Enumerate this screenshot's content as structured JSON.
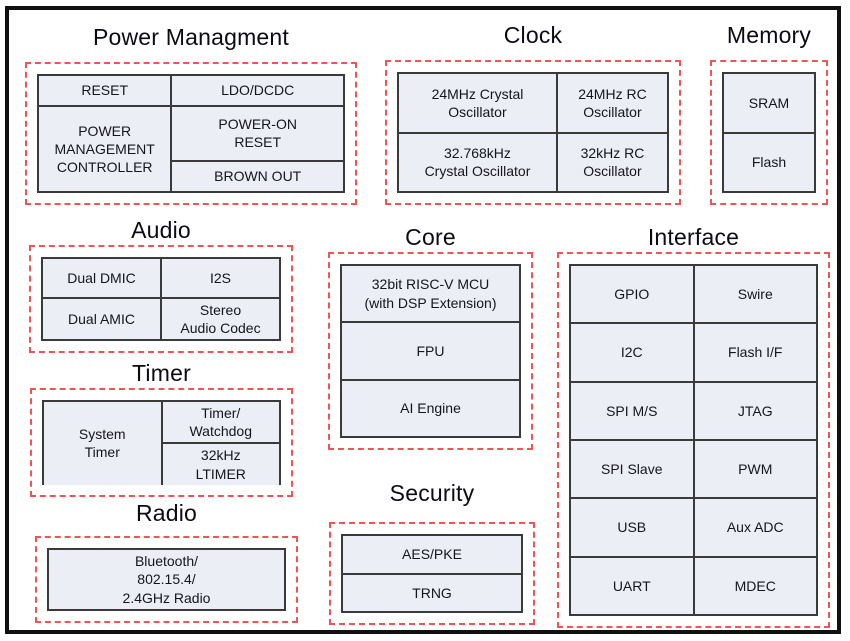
{
  "colors": {
    "dashed_outline": "#f15454",
    "cell_fill": "#ebeef4",
    "cell_border": "#3a3a3a",
    "outer_frame": "#111111",
    "text": "#15151c"
  },
  "sections": {
    "power": {
      "title": "Power Managment",
      "blocks": {
        "reset": "RESET",
        "ldo_dcdc": "LDO/DCDC",
        "power_on_reset": "POWER-ON\nRESET",
        "pmc": "POWER\nMANAGEMENT\nCONTROLLER",
        "brown_out": "BROWN OUT"
      }
    },
    "clock": {
      "title": "Clock",
      "blocks": {
        "crystal_24mhz": "24MHz Crystal\nOscillator",
        "rc_24mhz": "24MHz RC\nOscillator",
        "crystal_32khz": "32.768kHz\nCrystal Oscillator",
        "rc_32khz": "32kHz RC\nOscillator"
      }
    },
    "memory": {
      "title": "Memory",
      "blocks": {
        "sram": "SRAM",
        "flash": "Flash"
      }
    },
    "audio": {
      "title": "Audio",
      "blocks": {
        "dual_dmic": "Dual DMIC",
        "i2s": "I2S",
        "dual_amic": "Dual AMIC",
        "stereo_codec": "Stereo\nAudio Codec"
      }
    },
    "core": {
      "title": "Core",
      "blocks": {
        "mcu": "32bit RISC-V MCU\n(with DSP Extension)",
        "fpu": "FPU",
        "ai_engine": "AI Engine"
      }
    },
    "interface": {
      "title": "Interface",
      "blocks": {
        "gpio": "GPIO",
        "swire": "Swire",
        "i2c": "I2C",
        "flash_if": "Flash I/F",
        "spi_ms": "SPI M/S",
        "jtag": "JTAG",
        "spi_slave": "SPI Slave",
        "pwm": "PWM",
        "usb": "USB",
        "aux_adc": "Aux ADC",
        "uart": "UART",
        "mdec": "MDEC"
      }
    },
    "timer": {
      "title": "Timer",
      "blocks": {
        "timer_watchdog": "Timer/\nWatchdog",
        "ltimer_32khz": "32kHz\nLTIMER",
        "system_timer": "System\nTimer"
      }
    },
    "radio": {
      "title": "Radio",
      "blocks": {
        "bluetooth_radio": "Bluetooth/\n802.15.4/\n2.4GHz Radio"
      }
    },
    "security": {
      "title": "Security",
      "blocks": {
        "aes_pke": "AES/PKE",
        "trng": "TRNG"
      }
    }
  }
}
